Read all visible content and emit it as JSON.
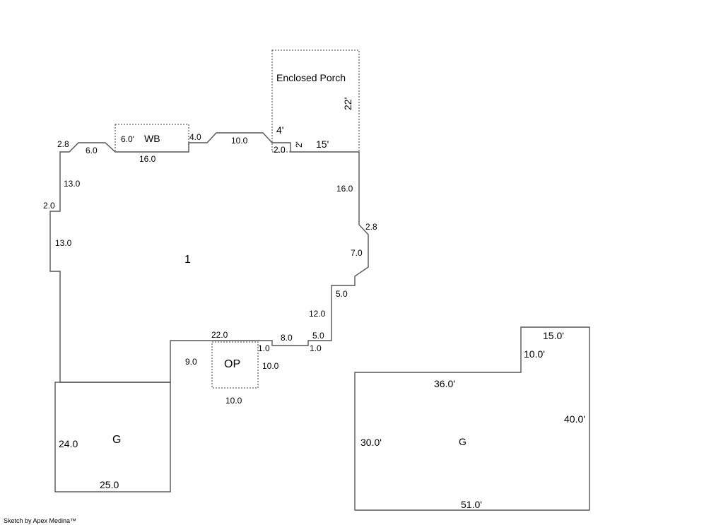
{
  "main_area": {
    "label": "1",
    "dims": [
      "2.8",
      "6.0",
      "16.0",
      "4.0",
      "10.0",
      "2.0",
      "13.0",
      "2.0",
      "13.0",
      "16.0",
      "2.8",
      "7.0",
      "5.0",
      "12.0",
      "5.0",
      "1.0",
      "8.0",
      "1.0",
      "22.0",
      "9.0"
    ]
  },
  "wb": {
    "label": "WB",
    "dim": "6.0'"
  },
  "porch": {
    "label": "Enclosed Porch",
    "dims": [
      "22'",
      "4'",
      "2'",
      "15'"
    ]
  },
  "op": {
    "label": "OP",
    "dims": [
      "10.0",
      "10.0"
    ]
  },
  "garage1": {
    "label": "G",
    "dims": [
      "24.0",
      "25.0"
    ]
  },
  "garage2": {
    "label": "G",
    "dims": [
      "15.0'",
      "10.0'",
      "36.0'",
      "40.0'",
      "30.0'",
      "51.0'"
    ]
  },
  "credit": "Sketch by Apex Medina™"
}
